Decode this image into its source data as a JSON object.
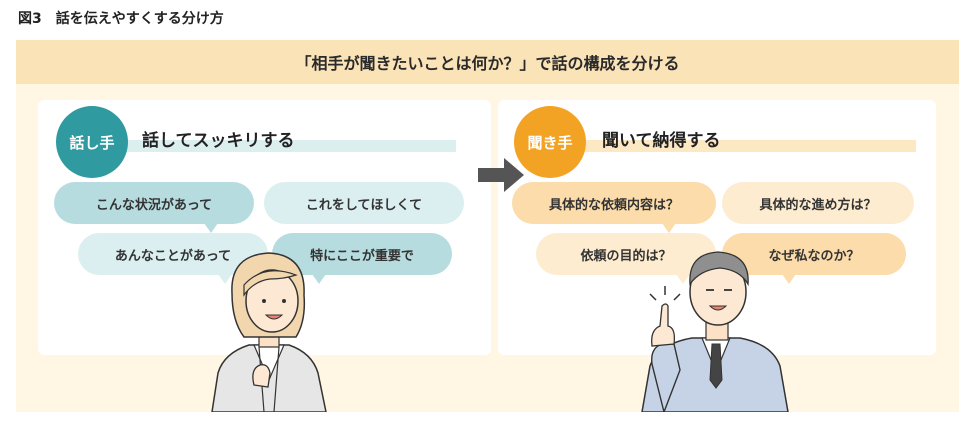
{
  "figure": {
    "caption": "図3　話を伝えやすくする分け方",
    "banner": "「相手が聞きたいことは何か？」で話の構成を分ける"
  },
  "speaker": {
    "role": "話し手",
    "heading": "話してスッキリする",
    "bubbles": [
      "こんな状況があって",
      "これをしてほしくて",
      "あんなことがあって",
      "特にここが重要で"
    ]
  },
  "listener": {
    "role": "聞き手",
    "heading": "聞いて納得する",
    "bubbles": [
      "具体的な依頼内容は？",
      "具体的な進め方は？",
      "依頼の目的は？",
      "なぜ私なのか？"
    ]
  },
  "colors": {
    "speaker_accent": "#2f9a9f",
    "listener_accent": "#f3a323",
    "banner_bg": "#fbe3b8",
    "panel_bg": "#fff6e3"
  },
  "icons": {
    "arrow": "right-arrow-icon",
    "woman": "woman-illustration",
    "man": "man-illustration"
  }
}
